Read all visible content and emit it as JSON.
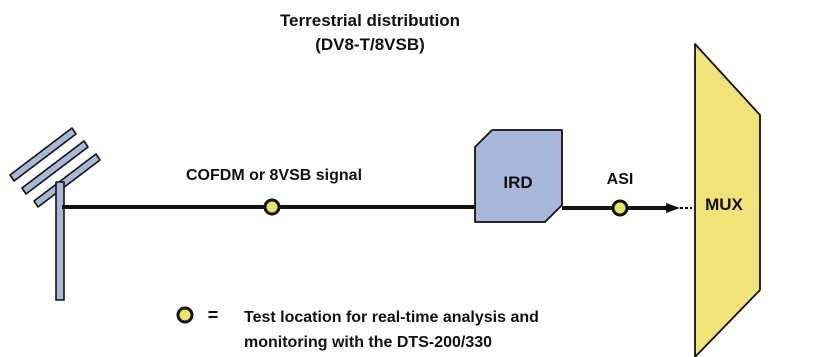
{
  "diagram": {
    "title_line1": "Terrestrial distribution",
    "title_line2": "(DV8-T/8VSB)",
    "signal_label": "COFDM or 8VSB signal",
    "ird_label": "IRD",
    "asi_label": "ASI",
    "mux_label": "MUX",
    "legend_line1": "Test location for real-time analysis and",
    "legend_line2": "monitoring with the DTS-200/330",
    "legend_equals": "=",
    "icons": [
      "antenna-icon",
      "test-point-icon",
      "arrow-icon"
    ],
    "colors": {
      "antenna": "#a9b8d8",
      "ird": "#a9b8d8",
      "mux": "#f2e27a",
      "test_point": "#e9e46a",
      "line": "#111111"
    }
  }
}
